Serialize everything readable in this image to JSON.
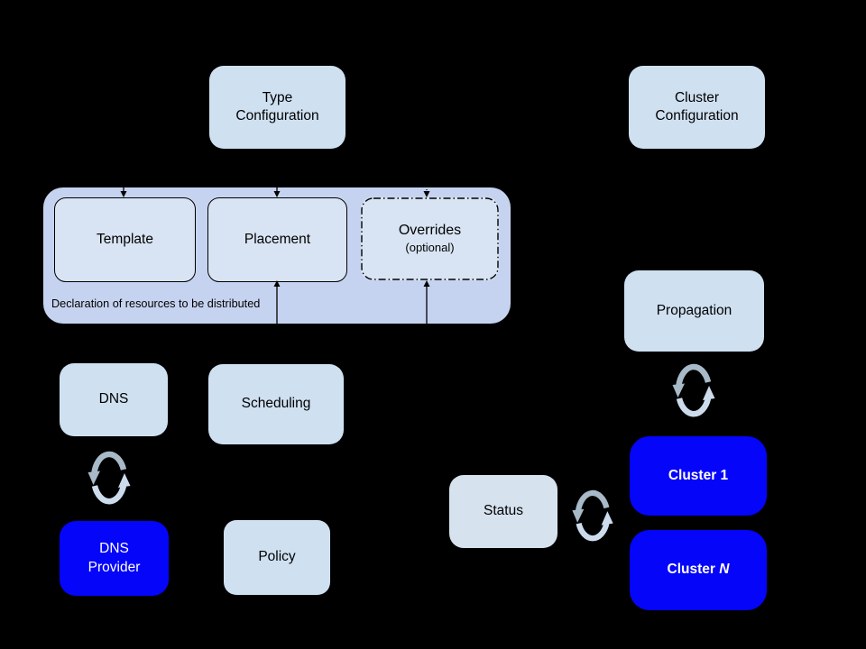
{
  "colors": {
    "background": "#000000",
    "container_fill": "#c6d3f0",
    "box_fill": "#cfe0f1",
    "inner_box_fill": "#d8e4f3",
    "status_fill": "#d6e2ee",
    "blue_fill": "#0505fa",
    "cycle_dark": "#a8b9c7",
    "cycle_light": "#ccdcec",
    "line_color": "#000000",
    "text_dark": "#000000",
    "text_light": "#ffffff"
  },
  "nodes": {
    "type_configuration": {
      "line1": "Type",
      "line2": "Configuration"
    },
    "cluster_configuration": {
      "line1": "Cluster",
      "line2": "Configuration"
    },
    "template": {
      "label": "Template"
    },
    "placement": {
      "label": "Placement"
    },
    "overrides": {
      "label": "Overrides",
      "sublabel": "(optional)"
    },
    "declaration_note": {
      "label": "Declaration of resources to be distributed"
    },
    "dns": {
      "label": "DNS"
    },
    "scheduling": {
      "label": "Scheduling"
    },
    "dns_provider": {
      "line1": "DNS",
      "line2": "Provider"
    },
    "policy": {
      "label": "Policy"
    },
    "propagation": {
      "label": "Propagation"
    },
    "status": {
      "label": "Status"
    },
    "cluster_1": {
      "label": "Cluster 1"
    },
    "cluster_n": {
      "prefix": "Cluster",
      "suffix": "N"
    }
  }
}
